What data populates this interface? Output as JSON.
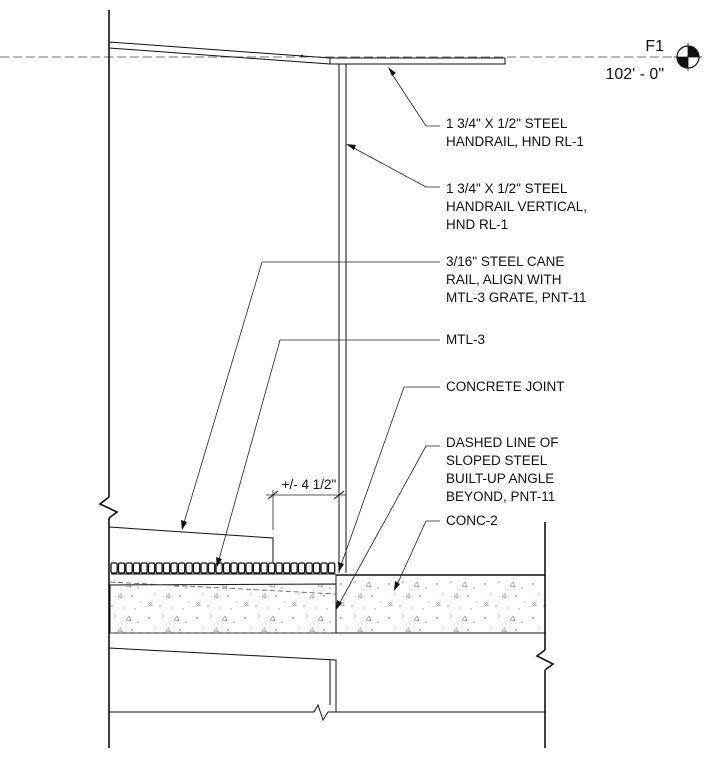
{
  "level": {
    "name": "F1",
    "elevation": "102' - 0\""
  },
  "callouts": [
    {
      "id": "handrail",
      "lines": [
        "1 3/4\" X 1/2\" STEEL",
        "HANDRAIL, HND RL-1"
      ]
    },
    {
      "id": "handrail-vertical",
      "lines": [
        "1 3/4\" X 1/2\" STEEL",
        "HANDRAIL VERTICAL,",
        "HND RL-1"
      ]
    },
    {
      "id": "cane-rail",
      "lines": [
        "3/16\" STEEL CANE",
        "RAIL, ALIGN WITH",
        "MTL-3 GRATE, PNT-11"
      ]
    },
    {
      "id": "mtl-3",
      "lines": [
        "MTL-3"
      ]
    },
    {
      "id": "concrete-joint",
      "lines": [
        "CONCRETE JOINT"
      ]
    },
    {
      "id": "dashed-angle",
      "lines": [
        "DASHED LINE OF",
        "SLOPED STEEL",
        "BUILT-UP ANGLE",
        "BEYOND, PNT-11"
      ]
    },
    {
      "id": "conc-2",
      "lines": [
        "CONC-2"
      ]
    }
  ],
  "dimension": {
    "text": "+/- 4 1/2\""
  }
}
